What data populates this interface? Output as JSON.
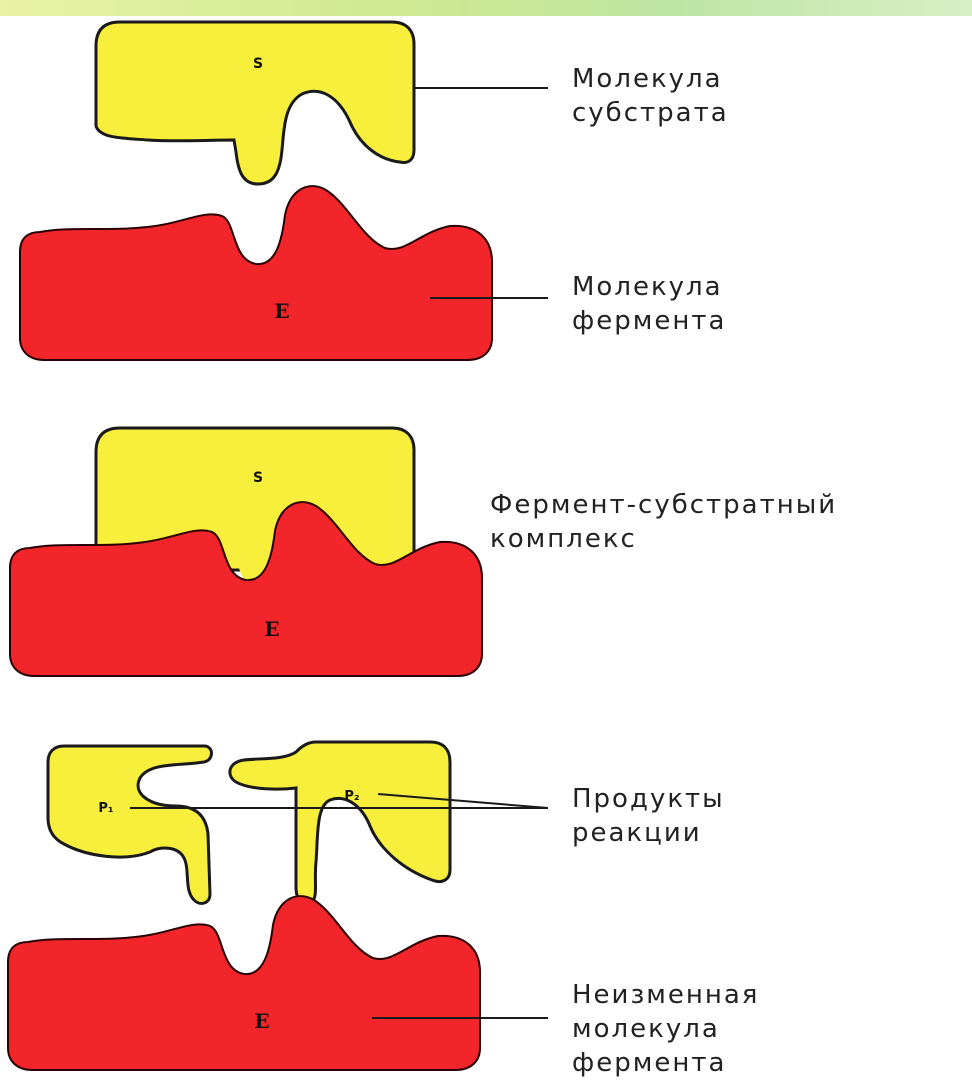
{
  "colors": {
    "substrate": "#f7ef3c",
    "enzyme": "#f2262a",
    "outline": "#1a1a1a"
  },
  "marks": {
    "substrate": "S",
    "enzyme": "E",
    "product_1": "P₁",
    "product_2": "P₂"
  },
  "captions": {
    "substrate_molecule": [
      "Молекула",
      "субстрата"
    ],
    "enzyme_molecule": [
      "Молекула",
      "фермента"
    ],
    "complex": [
      "Фермент-субстратный",
      "комплекс"
    ],
    "products": [
      "Продукты",
      "реакции"
    ],
    "unchanged_enzyme": [
      "Неизменная",
      "молекула",
      "фермента"
    ]
  }
}
